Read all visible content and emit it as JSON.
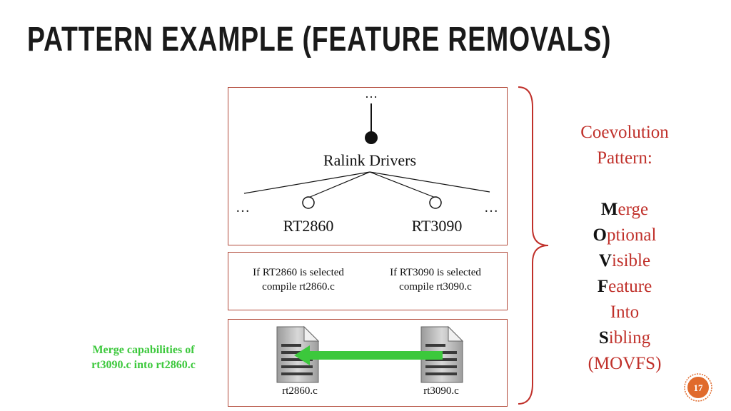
{
  "title": "PATTERN EXAMPLE (FEATURE REMOVALS)",
  "feature_model": {
    "top_ellipsis": "…",
    "root_label": "Ralink Drivers",
    "left_ellipsis": "…",
    "right_ellipsis": "…",
    "children": [
      {
        "label": "RT2860"
      },
      {
        "label": "RT3090"
      }
    ]
  },
  "conditions": [
    {
      "line1": "If RT2860 is selected",
      "line2": "compile rt2860.c"
    },
    {
      "line1": "If RT3090 is selected",
      "line2": "compile rt3090.c"
    }
  ],
  "files": [
    {
      "name": "rt2860.c"
    },
    {
      "name": "rt3090.c"
    }
  ],
  "merge_note": {
    "line1": "Merge capabilities of",
    "line2": "rt3090.c into rt2860.c"
  },
  "pattern": {
    "heading1": "Coevolution",
    "heading2": "Pattern:",
    "words": [
      {
        "initial": "M",
        "rest": "erge"
      },
      {
        "initial": "O",
        "rest": "ptional"
      },
      {
        "initial": "V",
        "rest": "isible"
      },
      {
        "initial": "F",
        "rest": "eature"
      },
      {
        "initial": "",
        "rest": "Into"
      },
      {
        "initial": "S",
        "rest": "ibling"
      }
    ],
    "acronym": "(MOVFS)"
  },
  "page_number": "17",
  "colors": {
    "accent_red": "#c0302a",
    "panel_border": "#b24a3a",
    "merge_green": "#3cc83c",
    "badge_orange": "#e06a2c"
  }
}
